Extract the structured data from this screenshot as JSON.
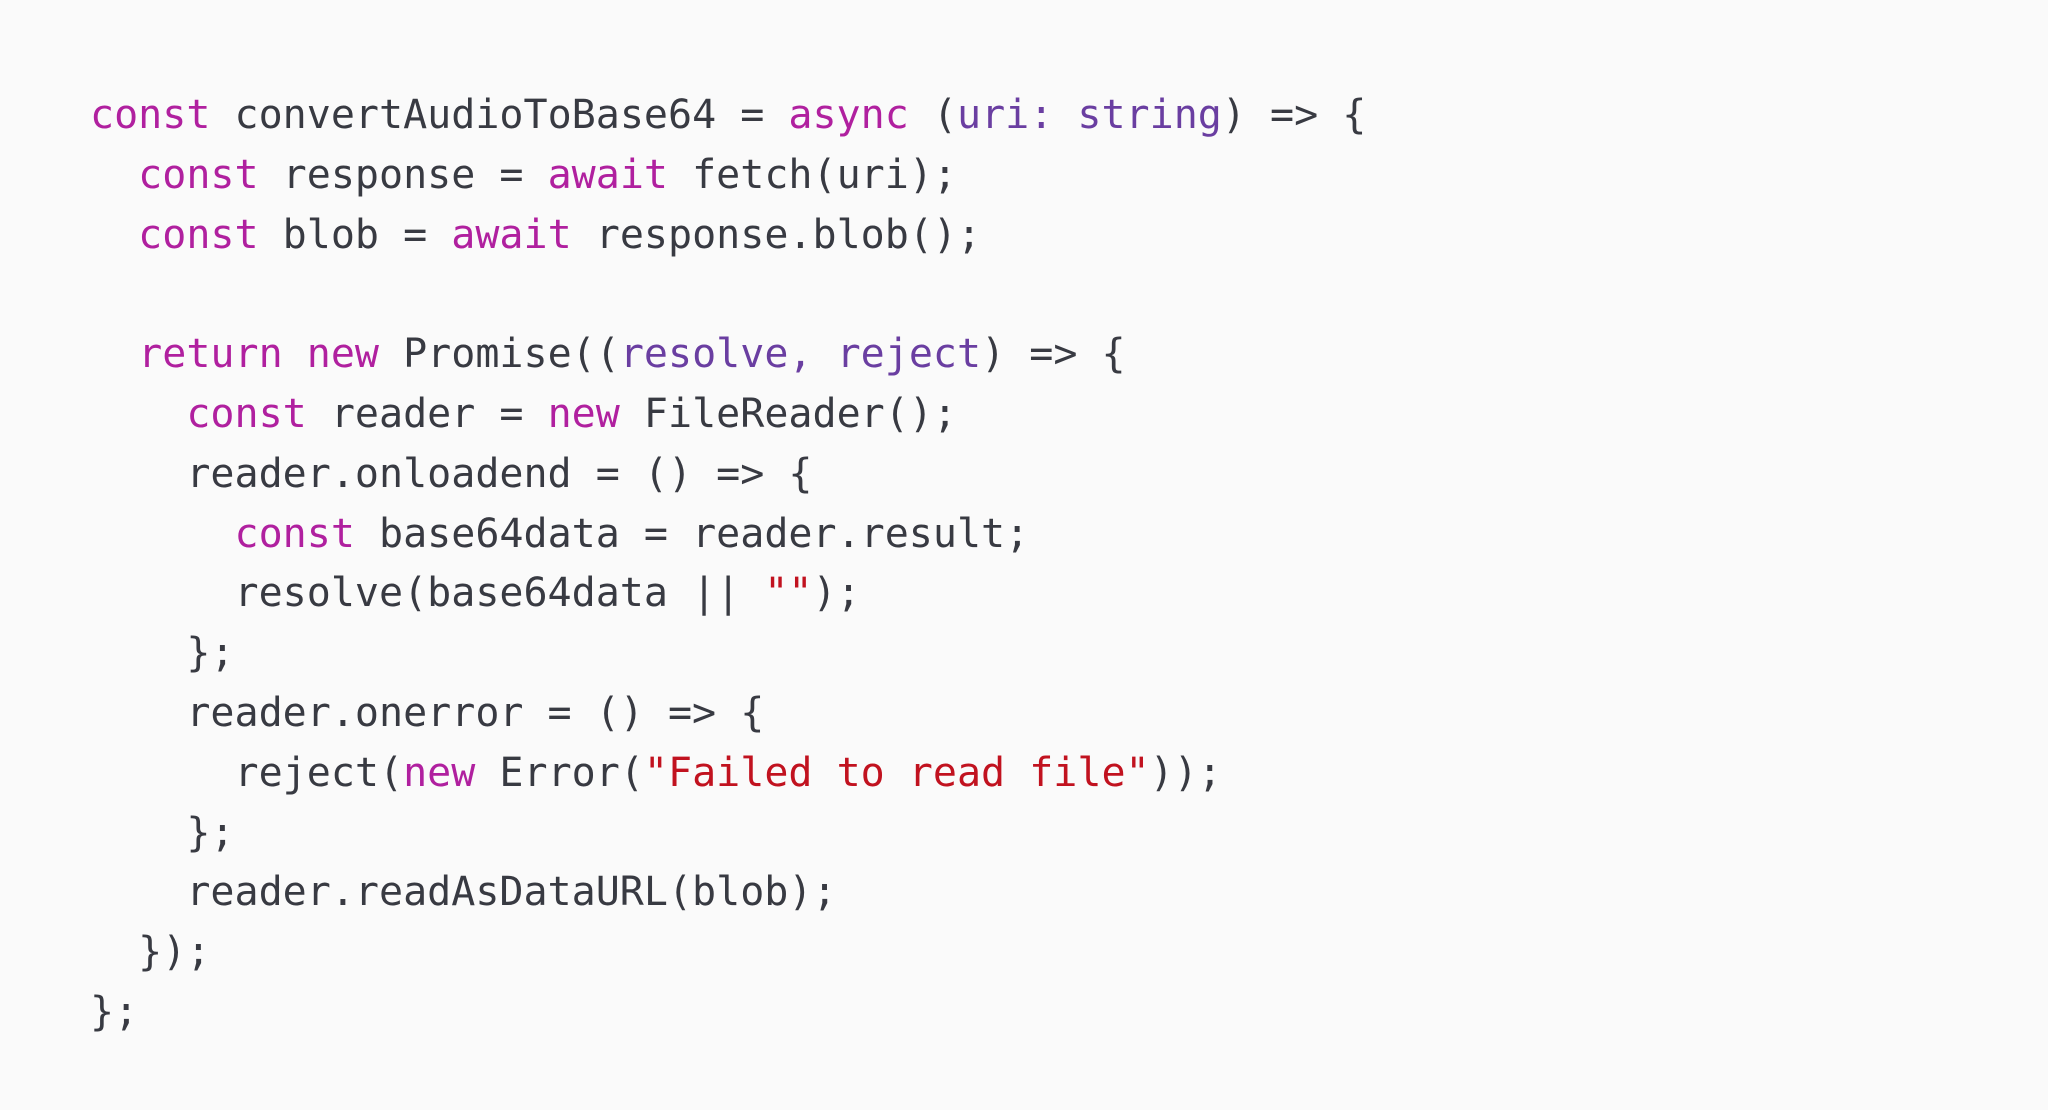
{
  "code": {
    "language": "typescript",
    "colors": {
      "background": "#fafafa",
      "plain": "#383a42",
      "keyword": "#b0209f",
      "param": "#6a3ea1",
      "string": "#c1121f"
    },
    "lines": [
      [
        {
          "t": "const",
          "k": "keyword"
        },
        {
          "t": " convertAudioToBase64 = ",
          "k": "plain"
        },
        {
          "t": "async",
          "k": "keyword"
        },
        {
          "t": " (",
          "k": "plain"
        },
        {
          "t": "uri: string",
          "k": "param"
        },
        {
          "t": ") => {",
          "k": "plain"
        }
      ],
      [
        {
          "t": "  ",
          "k": "plain"
        },
        {
          "t": "const",
          "k": "keyword"
        },
        {
          "t": " response = ",
          "k": "plain"
        },
        {
          "t": "await",
          "k": "keyword"
        },
        {
          "t": " fetch(uri);",
          "k": "plain"
        }
      ],
      [
        {
          "t": "  ",
          "k": "plain"
        },
        {
          "t": "const",
          "k": "keyword"
        },
        {
          "t": " blob = ",
          "k": "plain"
        },
        {
          "t": "await",
          "k": "keyword"
        },
        {
          "t": " response.blob();",
          "k": "plain"
        }
      ],
      [],
      [
        {
          "t": "  ",
          "k": "plain"
        },
        {
          "t": "return",
          "k": "keyword"
        },
        {
          "t": " ",
          "k": "plain"
        },
        {
          "t": "new",
          "k": "keyword"
        },
        {
          "t": " Promise((",
          "k": "plain"
        },
        {
          "t": "resolve, reject",
          "k": "param"
        },
        {
          "t": ") => {",
          "k": "plain"
        }
      ],
      [
        {
          "t": "    ",
          "k": "plain"
        },
        {
          "t": "const",
          "k": "keyword"
        },
        {
          "t": " reader = ",
          "k": "plain"
        },
        {
          "t": "new",
          "k": "keyword"
        },
        {
          "t": " FileReader();",
          "k": "plain"
        }
      ],
      [
        {
          "t": "    reader.onloadend = () => {",
          "k": "plain"
        }
      ],
      [
        {
          "t": "      ",
          "k": "plain"
        },
        {
          "t": "const",
          "k": "keyword"
        },
        {
          "t": " base64data = reader.result;",
          "k": "plain"
        }
      ],
      [
        {
          "t": "      resolve(base64data || ",
          "k": "plain"
        },
        {
          "t": "\"\"",
          "k": "string"
        },
        {
          "t": ");",
          "k": "plain"
        }
      ],
      [
        {
          "t": "    };",
          "k": "plain"
        }
      ],
      [
        {
          "t": "    reader.onerror = () => {",
          "k": "plain"
        }
      ],
      [
        {
          "t": "      reject(",
          "k": "plain"
        },
        {
          "t": "new",
          "k": "keyword"
        },
        {
          "t": " Error(",
          "k": "plain"
        },
        {
          "t": "\"Failed to read file\"",
          "k": "string"
        },
        {
          "t": "));",
          "k": "plain"
        }
      ],
      [
        {
          "t": "    };",
          "k": "plain"
        }
      ],
      [
        {
          "t": "    reader.readAsDataURL(blob);",
          "k": "plain"
        }
      ],
      [
        {
          "t": "  });",
          "k": "plain"
        }
      ],
      [
        {
          "t": "};",
          "k": "plain"
        }
      ]
    ]
  }
}
